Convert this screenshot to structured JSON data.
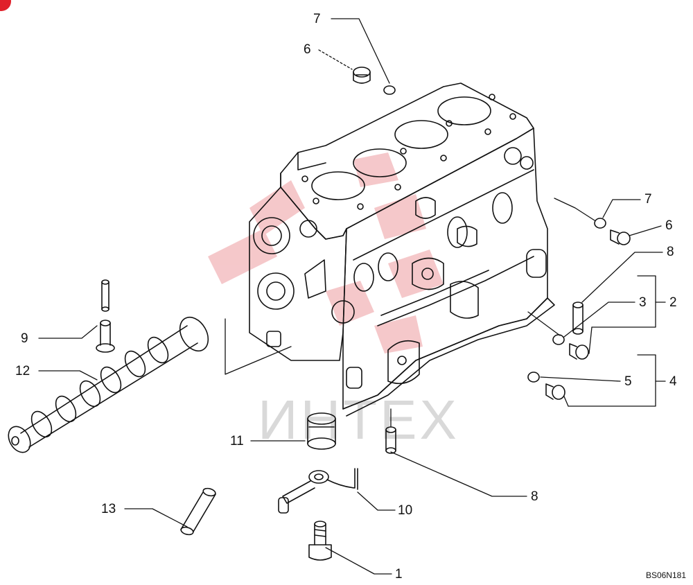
{
  "diagram": {
    "callouts": {
      "c1": "1",
      "c2": "2",
      "c3": "3",
      "c4": "4",
      "c5": "5",
      "c6_top": "6",
      "c6_right": "6",
      "c7_top": "7",
      "c7_right": "7",
      "c8_top": "8",
      "c8_bottom": "8",
      "c9": "9",
      "c10": "10",
      "c11": "11",
      "c12": "12",
      "c13": "13"
    },
    "drawing_code": "BS06N181",
    "watermark_text": "ИНТЕХ",
    "colors": {
      "line": "#111111",
      "watermark": "#e8303a"
    }
  }
}
